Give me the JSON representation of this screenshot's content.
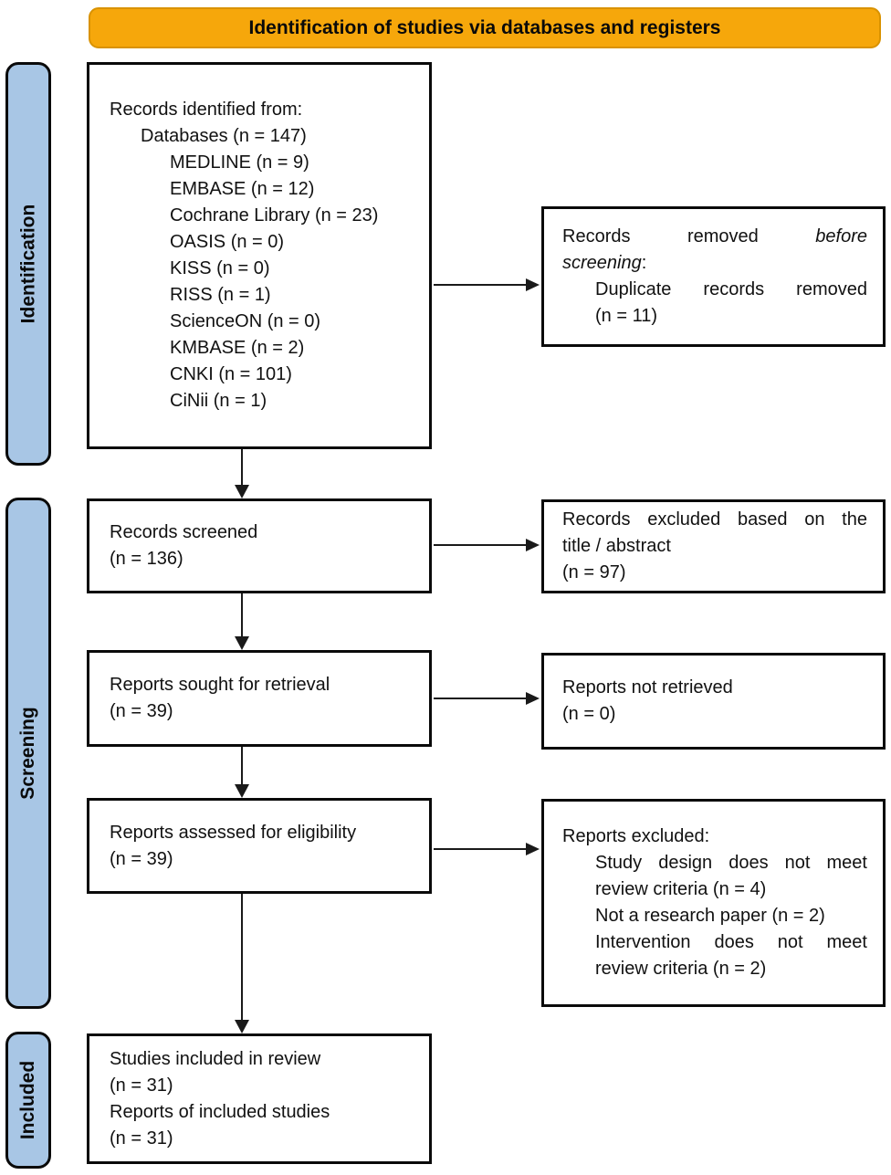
{
  "banner": {
    "label": "Identification of studies via databases and registers"
  },
  "sidebar": {
    "identification": "Identification",
    "screening": "Screening",
    "included": "Included"
  },
  "main_boxes": {
    "identified": {
      "title": "Records identified from:",
      "databases_total": "Databases (n = 147)",
      "sources": [
        "MEDLINE (n = 9)",
        "EMBASE (n = 12)",
        "Cochrane Library (n = 23)",
        "OASIS (n = 0)",
        "KISS (n = 0)",
        "RISS (n = 1)",
        "ScienceON (n = 0)",
        "KMBASE (n = 2)",
        "CNKI (n = 101)",
        "CiNii (n = 1)"
      ]
    },
    "screened": {
      "line1": "Records screened",
      "line2": "(n = 136)"
    },
    "sought": {
      "line1": "Reports sought for retrieval",
      "line2": "(n = 39)"
    },
    "assessed": {
      "line1": "Reports assessed for eligibility",
      "line2": "(n = 39)"
    },
    "included": {
      "line1": "Studies included in review",
      "line2": "(n = 31)",
      "line3": "Reports of included studies",
      "line4": "(n = 31)"
    }
  },
  "side_boxes": {
    "removed": {
      "line1_normal": "Records removed",
      "line1_italic": "before",
      "line2_italic": "screening",
      "line2_suffix": ":",
      "item_line1": "Duplicate records removed",
      "item_line2": "(n = 11)"
    },
    "title_abstract": {
      "line1": "Records excluded based on the",
      "line2": "title / abstract",
      "line3": "(n = 97)"
    },
    "not_retrieved": {
      "line1": "Reports not retrieved",
      "line2": "(n = 0)"
    },
    "reports_excluded": {
      "title": "Reports excluded:",
      "reason1_line1": "Study design does not meet",
      "reason1_line2": "review criteria (n = 4)",
      "reason2": "Not a research paper (n = 2)",
      "reason3_line1": "Intervention does not meet",
      "reason3_line2": "review criteria (n = 2)"
    }
  },
  "colors": {
    "banner_bg": "#F6A70B",
    "banner_border": "#D99200",
    "stagebar_bg": "#A8C6E5",
    "box_border": "#0A0A0A",
    "arrow": "#1A1A1A"
  }
}
